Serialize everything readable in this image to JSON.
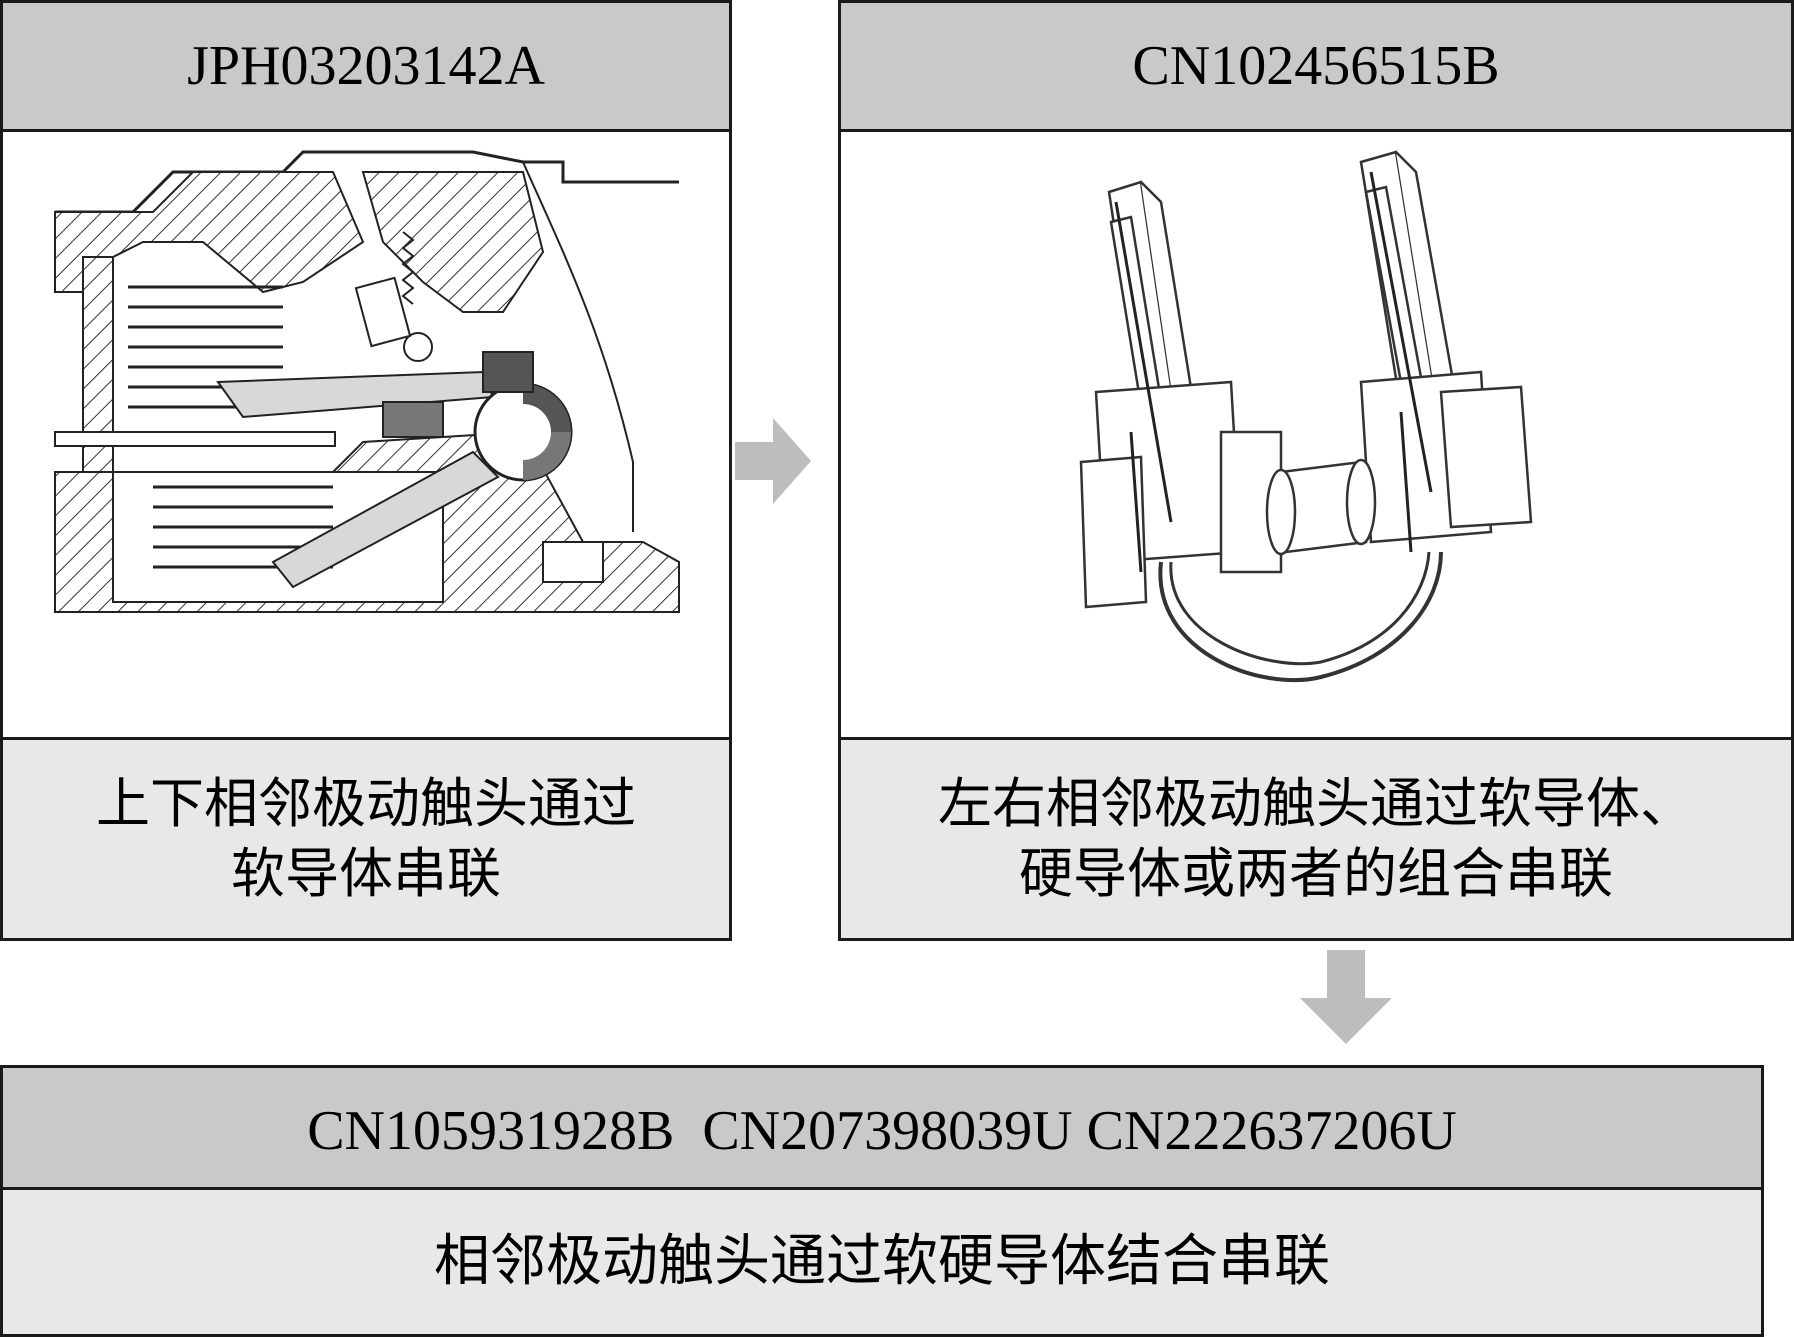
{
  "panels": {
    "left": {
      "header": "JPH03203142A",
      "caption_lines": [
        "上下相邻极动触头通过",
        "软导体串联"
      ]
    },
    "right": {
      "header": "CN102456515B",
      "caption_lines": [
        "左右相邻极动触头通过软导体、",
        "硬导体或两者的组合串联"
      ]
    },
    "bottom": {
      "header": "CN105931928B  CN207398039U CN222637206U",
      "caption": "相邻极动触头通过软硬导体结合串联"
    }
  },
  "colors": {
    "header_bg": "#c9c9c9",
    "caption_bg": "#e8e8e8",
    "border": "#1a1a1a",
    "arrow": "#bdbdbd"
  }
}
